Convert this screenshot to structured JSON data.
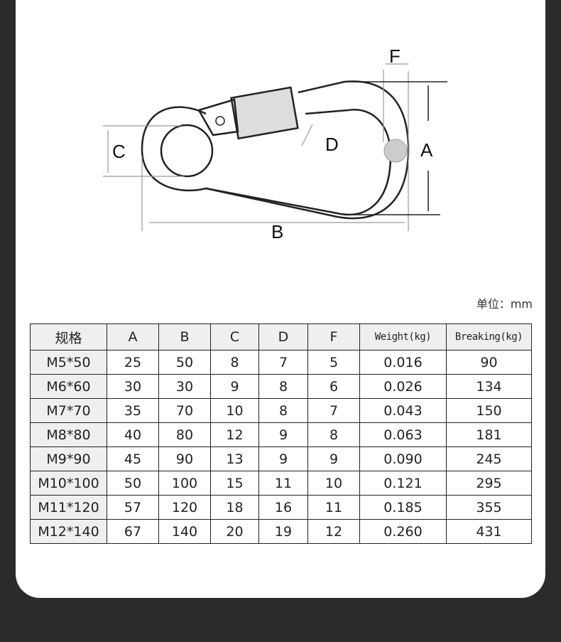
{
  "diagram": {
    "labels": {
      "A": "A",
      "B": "B",
      "C": "C",
      "D": "D",
      "F": "F"
    }
  },
  "unit_label": "单位：mm",
  "table": {
    "headers": [
      "规格",
      "A",
      "B",
      "C",
      "D",
      "F",
      "Weight(kg)",
      "Breaking(kg)"
    ],
    "rows": [
      [
        "M5*50",
        "25",
        "50",
        "8",
        "7",
        "5",
        "0.016",
        "90"
      ],
      [
        "M6*60",
        "30",
        "30",
        "9",
        "8",
        "6",
        "0.026",
        "134"
      ],
      [
        "M7*70",
        "35",
        "70",
        "10",
        "8",
        "7",
        "0.043",
        "150"
      ],
      [
        "M8*80",
        "40",
        "80",
        "12",
        "9",
        "8",
        "0.063",
        "181"
      ],
      [
        "M9*90",
        "45",
        "90",
        "13",
        "9",
        "9",
        "0.090",
        "245"
      ],
      [
        "M10*100",
        "50",
        "100",
        "15",
        "11",
        "10",
        "0.121",
        "295"
      ],
      [
        "M11*120",
        "57",
        "120",
        "18",
        "16",
        "11",
        "0.185",
        "355"
      ],
      [
        "M12*140",
        "67",
        "140",
        "20",
        "19",
        "12",
        "0.260",
        "431"
      ]
    ]
  }
}
